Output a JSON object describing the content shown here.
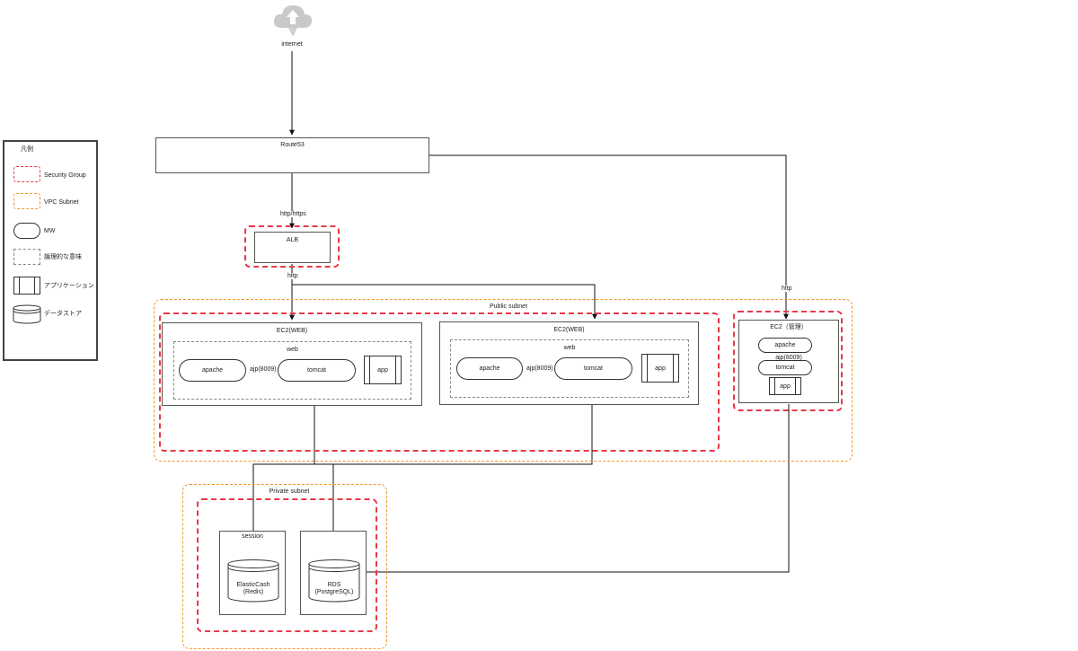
{
  "internet": {
    "label": "internet"
  },
  "legend": {
    "title": "凡例",
    "items": [
      {
        "kind": "sg",
        "label": "Security Group"
      },
      {
        "kind": "vpc",
        "label": "VPC Subnet"
      },
      {
        "kind": "mw",
        "label": "MW"
      },
      {
        "kind": "logic",
        "label": "論理的な意味"
      },
      {
        "kind": "app",
        "label": "アプリケーション"
      },
      {
        "kind": "db",
        "label": "データストア"
      }
    ]
  },
  "route53": {
    "label": "Route53"
  },
  "labels": {
    "http_https": "http/https",
    "http_alb": "http",
    "http_admin": "http"
  },
  "alb": {
    "label": "ALB"
  },
  "public_subnet": {
    "label": "Public subnet"
  },
  "ec2_web_1": {
    "title": "EC2(WEB)",
    "group": "web",
    "apache": "apache",
    "ajp": "ajp(8009)",
    "tomcat": "tomcat",
    "app": "app"
  },
  "ec2_web_2": {
    "title": "EC2(WEB)",
    "group": "web",
    "apache": "apache",
    "ajp": "ajp(8009)",
    "tomcat": "tomcat",
    "app": "app"
  },
  "ec2_admin": {
    "title": "EC2（管理）",
    "apache": "apache",
    "ajp": "ajp(8009)",
    "tomcat": "tomcat",
    "app": "app"
  },
  "private_subnet": {
    "label": "Private subnet"
  },
  "session": {
    "label": "session"
  },
  "elasticache": {
    "line1": "ElasticCash",
    "line2": "(Redis)"
  },
  "rds": {
    "line1": "RDS",
    "line2": "(PostgreSQL)"
  },
  "colors": {
    "security_group": "#e8394a",
    "vpc_subnet": "#f0982c",
    "cloud": "#c8c8c8"
  }
}
